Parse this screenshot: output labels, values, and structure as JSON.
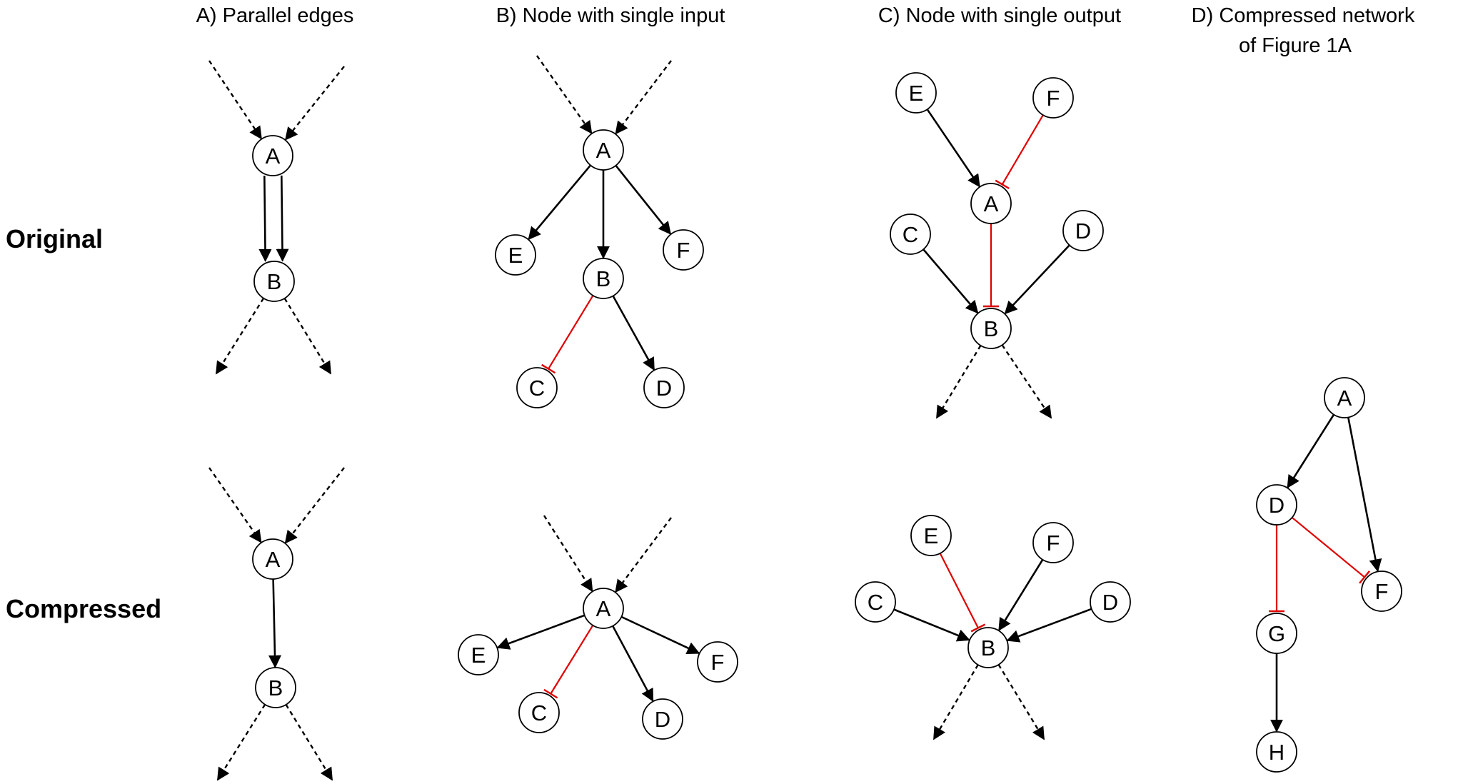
{
  "titles": {
    "a": "A) Parallel edges",
    "b": "B) Node with single input",
    "c": "C) Node with single output",
    "d_line1": "D) Compressed network",
    "d_line2": "of Figure 1A"
  },
  "row_labels": {
    "original": "Original",
    "compressed": "Compressed"
  },
  "colors": {
    "activation": "#000000",
    "inhibition": "#e00000"
  },
  "panels": [
    {
      "id": "a-original",
      "nodes": [
        "A",
        "B"
      ],
      "edges": [
        {
          "from": "A",
          "to": "B",
          "type": "activation"
        },
        {
          "from": "A",
          "to": "B",
          "type": "activation"
        }
      ]
    },
    {
      "id": "a-compressed",
      "nodes": [
        "A",
        "B"
      ],
      "edges": [
        {
          "from": "A",
          "to": "B",
          "type": "activation"
        }
      ]
    },
    {
      "id": "b-original",
      "nodes": [
        "A",
        "B",
        "C",
        "D",
        "E",
        "F"
      ],
      "edges": [
        {
          "from": "A",
          "to": "E",
          "type": "activation"
        },
        {
          "from": "A",
          "to": "B",
          "type": "activation"
        },
        {
          "from": "A",
          "to": "F",
          "type": "activation"
        },
        {
          "from": "B",
          "to": "C",
          "type": "inhibition"
        },
        {
          "from": "B",
          "to": "D",
          "type": "activation"
        }
      ]
    },
    {
      "id": "b-compressed",
      "nodes": [
        "A",
        "C",
        "D",
        "E",
        "F"
      ],
      "edges": [
        {
          "from": "A",
          "to": "E",
          "type": "activation"
        },
        {
          "from": "A",
          "to": "C",
          "type": "inhibition"
        },
        {
          "from": "A",
          "to": "D",
          "type": "activation"
        },
        {
          "from": "A",
          "to": "F",
          "type": "activation"
        }
      ]
    },
    {
      "id": "c-original",
      "nodes": [
        "A",
        "B",
        "C",
        "D",
        "E",
        "F"
      ],
      "edges": [
        {
          "from": "E",
          "to": "A",
          "type": "activation"
        },
        {
          "from": "F",
          "to": "A",
          "type": "inhibition"
        },
        {
          "from": "A",
          "to": "B",
          "type": "inhibition"
        },
        {
          "from": "C",
          "to": "B",
          "type": "activation"
        },
        {
          "from": "D",
          "to": "B",
          "type": "activation"
        }
      ]
    },
    {
      "id": "c-compressed",
      "nodes": [
        "B",
        "C",
        "D",
        "E",
        "F"
      ],
      "edges": [
        {
          "from": "E",
          "to": "B",
          "type": "inhibition"
        },
        {
          "from": "F",
          "to": "B",
          "type": "activation"
        },
        {
          "from": "C",
          "to": "B",
          "type": "activation"
        },
        {
          "from": "D",
          "to": "B",
          "type": "activation"
        }
      ]
    },
    {
      "id": "d",
      "nodes": [
        "A",
        "D",
        "F",
        "G",
        "H"
      ],
      "edges": [
        {
          "from": "A",
          "to": "D",
          "type": "activation"
        },
        {
          "from": "A",
          "to": "F",
          "type": "activation"
        },
        {
          "from": "D",
          "to": "F",
          "type": "inhibition"
        },
        {
          "from": "D",
          "to": "G",
          "type": "inhibition"
        },
        {
          "from": "G",
          "to": "H",
          "type": "activation"
        }
      ]
    }
  ]
}
